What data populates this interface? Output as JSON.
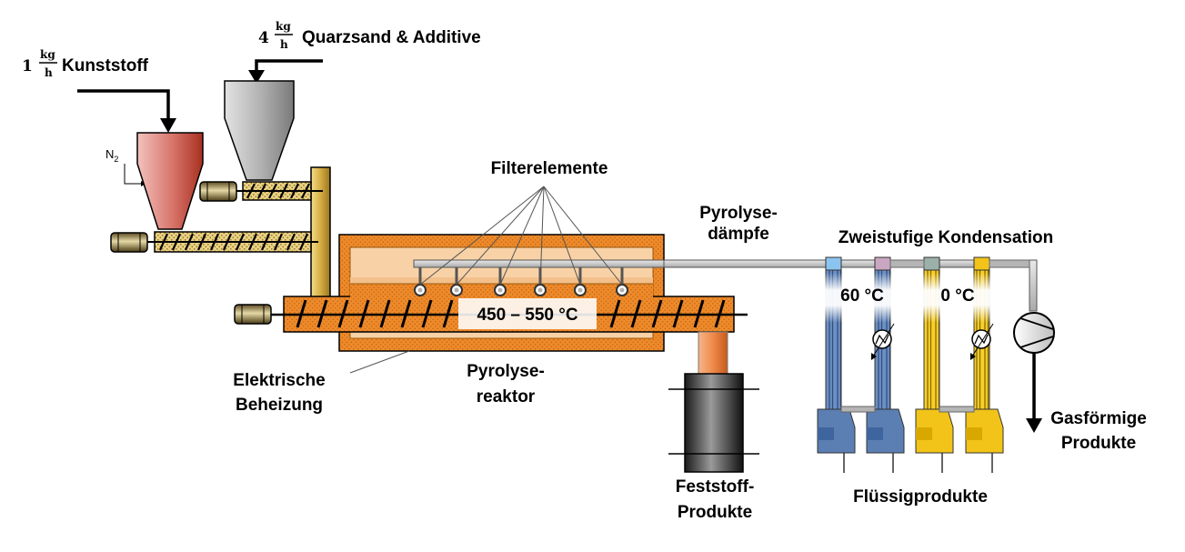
{
  "feeds": {
    "plastic": {
      "amount": "1",
      "unit_num": "kg",
      "unit_den": "h",
      "label": "Kunststoff"
    },
    "sand": {
      "amount": "4",
      "unit_num": "kg",
      "unit_den": "h",
      "label": "Quarzsand & Additive"
    },
    "nitrogen": {
      "main": "N",
      "sub": "2"
    }
  },
  "labels": {
    "filter_elements": "Filterelemente",
    "pyrolysis_vapors_1": "Pyrolyse-",
    "pyrolysis_vapors_2": "dämpfe",
    "condensation": "Zweistufige Kondensation",
    "reactor_temp": "450 – 550 °C",
    "temp_stage1": "60 °C",
    "temp_stage2": "0 °C",
    "heating_1": "Elektrische",
    "heating_2": "Beheizung",
    "reactor_1": "Pyrolyse-",
    "reactor_2": "reaktor",
    "solids_1": "Feststoff-",
    "solids_2": "Produkte",
    "liquids": "Flüssigprodukte",
    "gas_1": "Gasförmige",
    "gas_2": "Produkte"
  },
  "colors": {
    "plastic_hopper": "#c9504a",
    "sand_hopper": "#9a9a9a",
    "screw_fill": "#ead48a",
    "reactor_outer": "#ee8c2a",
    "reactor_inner": "#f8d2a6",
    "column_blue": "#5b7fb3",
    "column_yellow": "#f2c419",
    "support_post": "#c9a23a"
  }
}
